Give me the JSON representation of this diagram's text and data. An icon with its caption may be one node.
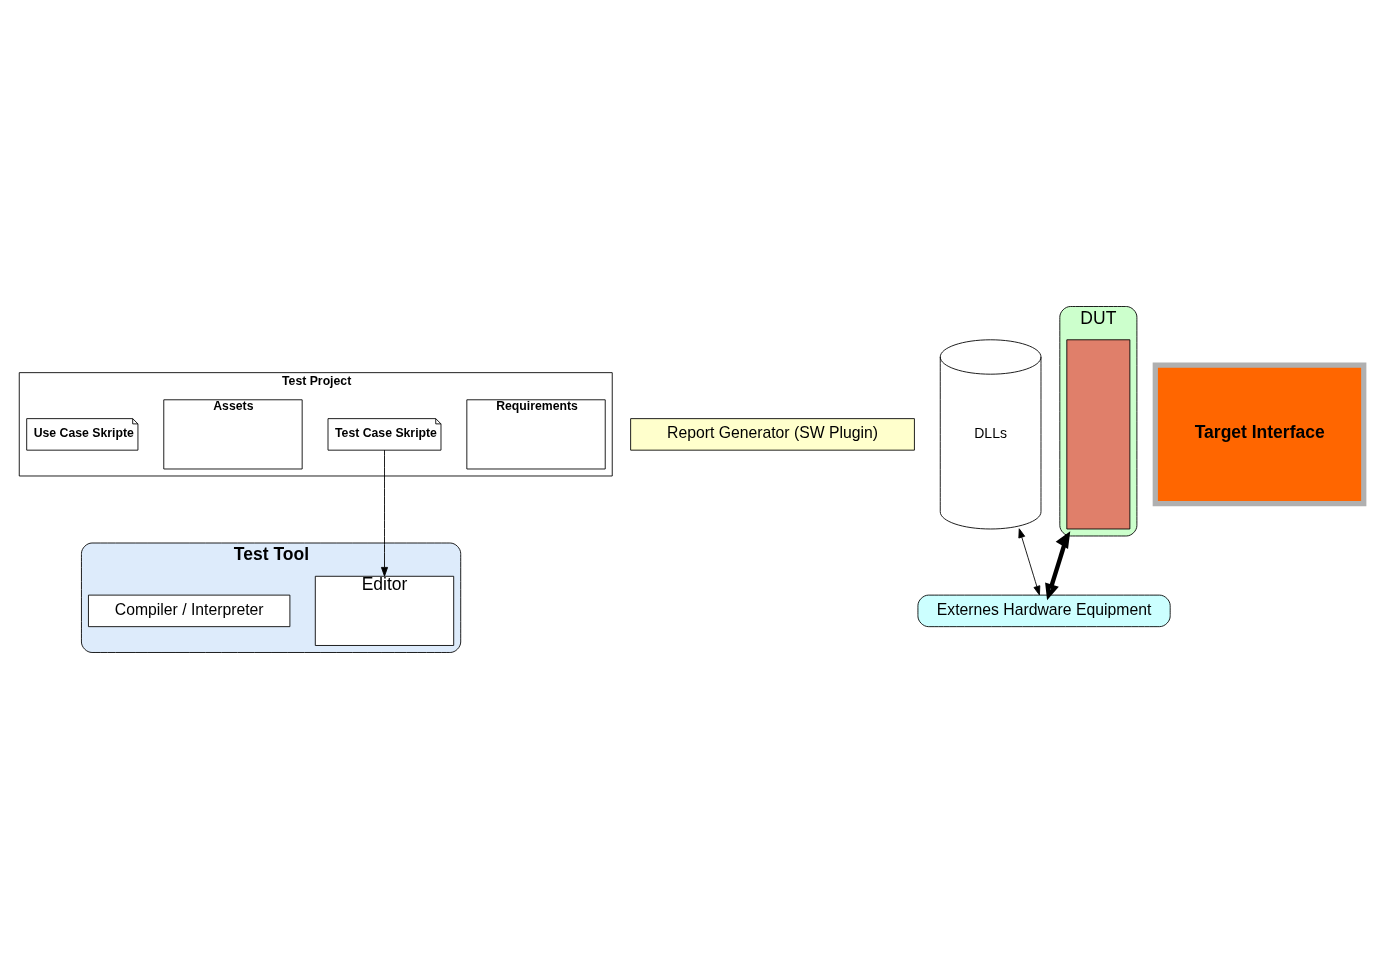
{
  "diagram": {
    "nodes": [
      {
        "text": [
          "Test Project"
        ]
      },
      {
        "text": [
          "Requirements"
        ],
        "in": 0
      },
      {
        "text": [
          "Test Case Skripte"
        ],
        "in": 0
      },
      {
        "text": [
          "Assets"
        ],
        "in": 0
      },
      {
        "text": [
          "Use Case Skripte"
        ],
        "in": 0
      },
      {
        "text": [
          "Test Tool"
        ]
      },
      {
        "text": [
          "Editor"
        ],
        "in": 5
      },
      {
        "text": [
          "Compiler / Interpreter"
        ],
        "in": 5
      },
      {
        "text": [
          "Report Generator (SW Plugin)"
        ]
      },
      {
        "text": [
          "DLLs"
        ]
      },
      {
        "text": [
          "Target Interface"
        ]
      },
      {
        "text": [
          "DUT"
        ]
      },
      {
        "text": [],
        "shape": "box",
        "in": 11
      },
      {
        "text": [
          "Externes Hardware Equipment"
        ]
      }
    ],
    "edges": [
      {
        "from": 2,
        "to": 6,
        "arrow": "to"
      },
      {
        "from": 9,
        "to": 13,
        "arrow": "both"
      },
      {
        "from": 11,
        "to": 13,
        "arrow": "both",
        "style": "thick"
      }
    ]
  }
}
